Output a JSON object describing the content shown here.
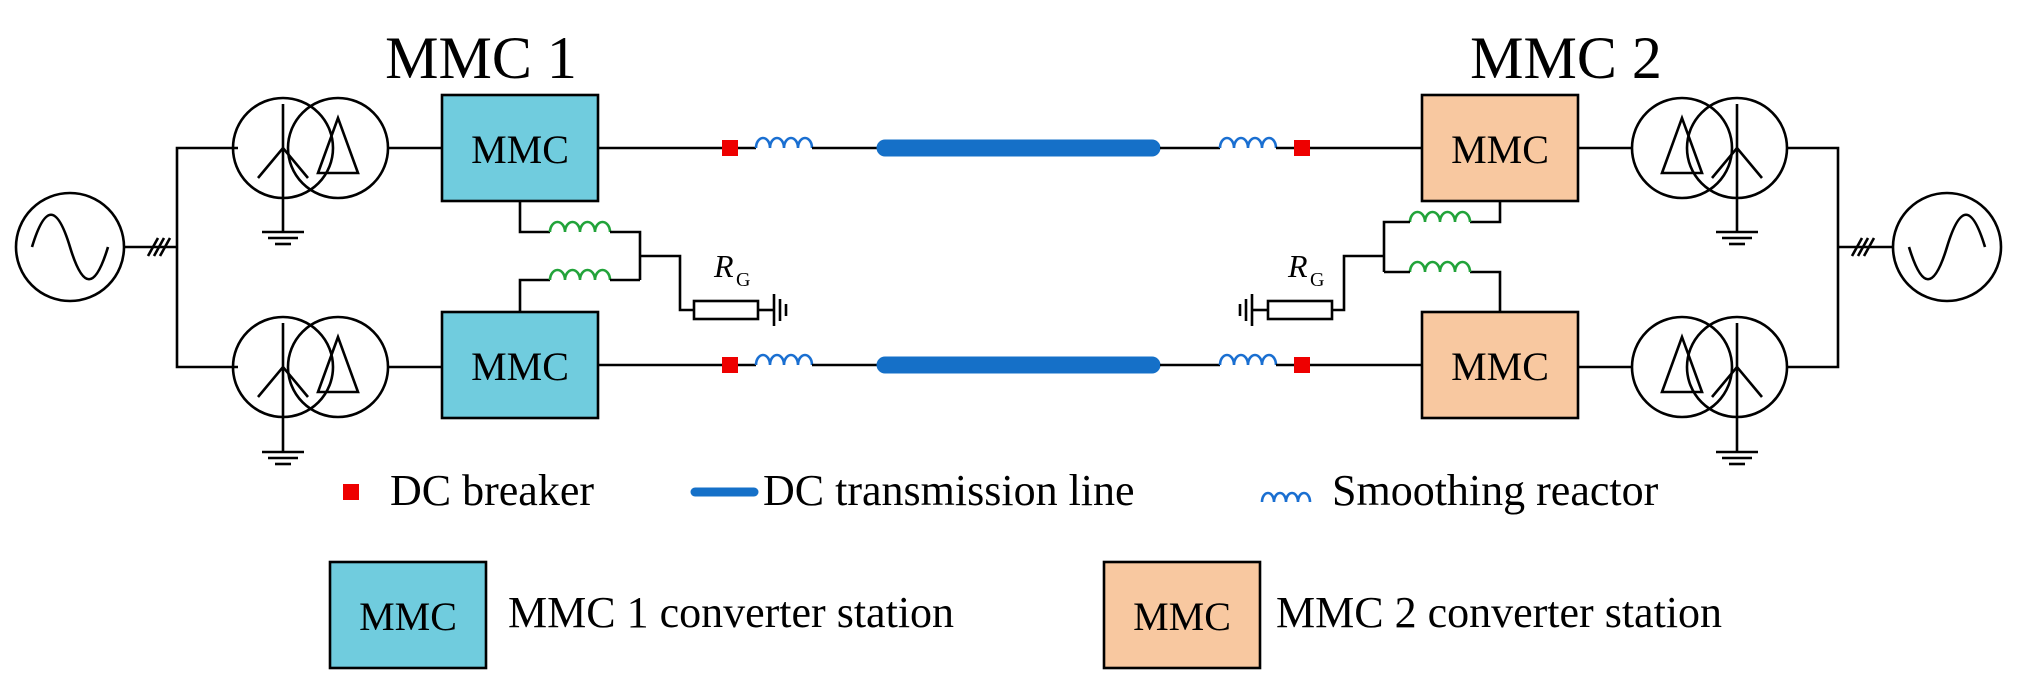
{
  "stations": {
    "left_title": "MMC 1",
    "right_title": "MMC 2",
    "block_label": "MMC"
  },
  "grounding": {
    "resistor_symbol": "R",
    "resistor_subscript": "G"
  },
  "legend": {
    "dc_breaker": "DC breaker",
    "dc_line": "DC transmission line",
    "reactor": "Smoothing reactor",
    "mmc1_sample": "MMC",
    "mmc1_station": "MMC 1 converter station",
    "mmc2_sample": "MMC",
    "mmc2_station": "MMC 2 converter station"
  },
  "colors": {
    "mmc1_fill": "#70CCDE",
    "mmc2_fill": "#F8C8A0",
    "dc_line": "#1570C8",
    "dc_breaker": "#EE0000",
    "smoothing_reactor": "#1A6FD1",
    "arm_reactor": "#22A33A"
  },
  "icons": {
    "ac_source": "sine-wave-source-icon",
    "transformer": "wye-delta-transformer-icon",
    "ground": "ground-icon"
  }
}
